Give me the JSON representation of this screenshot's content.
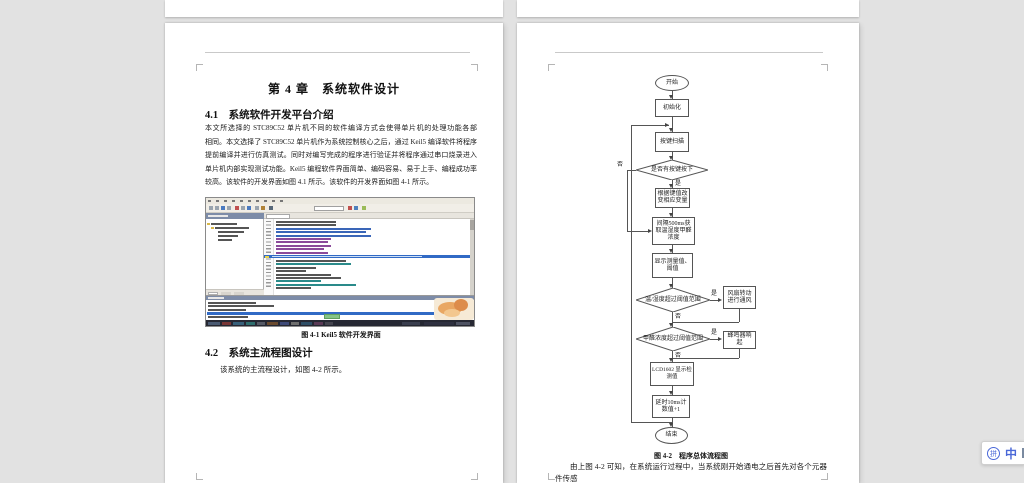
{
  "window": {
    "background_color": "#e2e2e2",
    "page_color": "#ffffff"
  },
  "colors": {
    "selection_blue": "#316ac5",
    "ime_blue": "#4a68d8",
    "flow_line": "#555555"
  },
  "page_left": {
    "chapter_title": "第 4 章　系统软件设计",
    "heading_41": "4.1　系统软件开发平台介绍",
    "para_41_lines": [
      "本文所选择的 STC89C52 单片机不同的软件编译方式会使得单片机的处理功能各部",
      "相同。本文选择了 STC89C52 单片机作为系统控制核心之后，通过 Keil5 编译软件将程序",
      "提前编译并进行仿真测试。同时对编写完成的程序进行验证并将程序通过串口烧录进入",
      "单片机内部实现测试功能。Keil5 编程软件界面简单、编码容易、易于上手、编程成功率",
      "较高。该软件的开发界面如图 4.1 所示。该软件的开发界面如图 4-1 所示。"
    ],
    "figure_41_caption": "图 4-1 Keil5 软件开发界面",
    "heading_42": "4.2　系统主流程图设计",
    "para_42": "该系统的主流程设计，如图 4-2 所示。"
  },
  "page_right": {
    "flowchart": {
      "start": "开始",
      "init": "初始化",
      "key_scan": "按键扫描",
      "decision_key": "是否有按键按下",
      "update_vars": "根据键值改变相应变量",
      "sample": "间隔500ms获取温湿度甲醛浓度",
      "show_values": "显示测量值、阈值",
      "decision_temp": "温/湿度超过阈值范围",
      "fan": "风扇转动进行通风",
      "decision_ch2o": "甲醛浓度超过阈值范围",
      "buzzer": "蜂鸣器响起",
      "lcd": "LCD1602 显示检测值",
      "delay": "延时10ms计数值+1",
      "end": "结束",
      "yes": "是",
      "no": "否"
    },
    "figure_42_caption": "图 4-2　程序总体流程图",
    "para_bottom": "由上图 4-2 可知，在系统运行过程中，当系统刚开始通电之后首先对各个元器件传感"
  },
  "ime_bar": {
    "icon_glyph": "拼",
    "mode": "中"
  }
}
